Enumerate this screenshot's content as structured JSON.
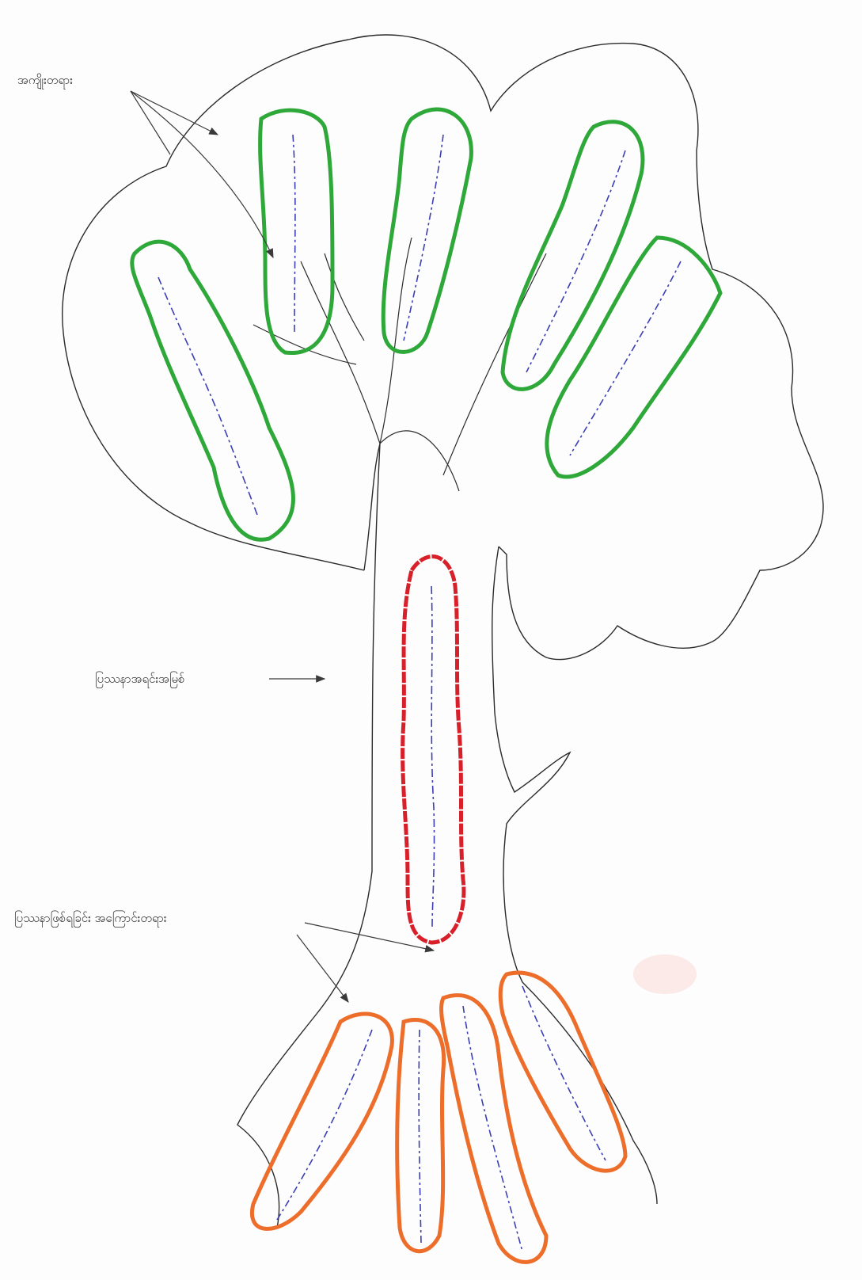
{
  "labels": {
    "effects": "အကျိုးတရား",
    "core_problem": "ပြဿနာအရင်းအမြစ်",
    "causes": "ပြဿနာဖြစ်ရခြင်း အကြောင်းတရား"
  },
  "colors": {
    "outline": "#2b2b2b",
    "effect_border": "#2fa83a",
    "core_border": "#d8202a",
    "cause_border": "#ec6e2a",
    "handwriting": "#3b3fb3",
    "arrow": "#3a3a3a"
  },
  "icons": {
    "label_pointer": "arrow-icon"
  }
}
